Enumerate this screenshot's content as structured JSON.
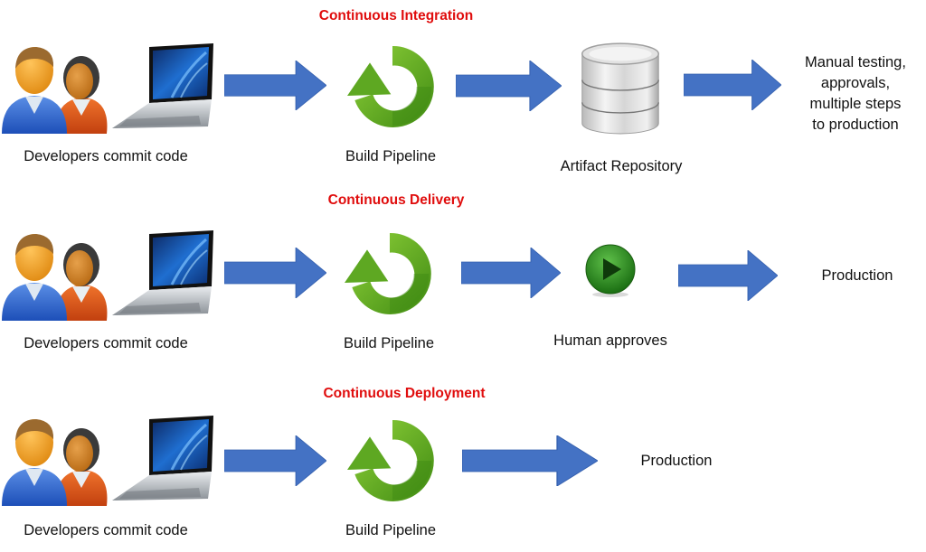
{
  "colors": {
    "title_red": "#e00d0d",
    "arrow_blue": "#4472c4",
    "pipeline_green": "#5aa61e",
    "text": "#111111"
  },
  "rows": [
    {
      "title": "Continuous Integration",
      "steps": [
        {
          "icon": "developers-laptop-icon",
          "label": "Developers commit code"
        },
        {
          "icon": "build-pipeline-icon",
          "label": "Build Pipeline"
        },
        {
          "icon": "database-icon",
          "label": "Artifact Repository"
        }
      ],
      "end_text": [
        "Manual testing,",
        "approvals,",
        "multiple steps",
        "to production"
      ]
    },
    {
      "title": "Continuous Delivery",
      "steps": [
        {
          "icon": "developers-laptop-icon",
          "label": "Developers commit code"
        },
        {
          "icon": "build-pipeline-icon",
          "label": "Build Pipeline"
        },
        {
          "icon": "play-button-icon",
          "label": "Human approves"
        }
      ],
      "end_text": [
        "Production"
      ]
    },
    {
      "title": "Continuous Deployment",
      "steps": [
        {
          "icon": "developers-laptop-icon",
          "label": "Developers commit code"
        },
        {
          "icon": "build-pipeline-icon",
          "label": "Build Pipeline"
        }
      ],
      "end_text": [
        "Production"
      ]
    }
  ]
}
